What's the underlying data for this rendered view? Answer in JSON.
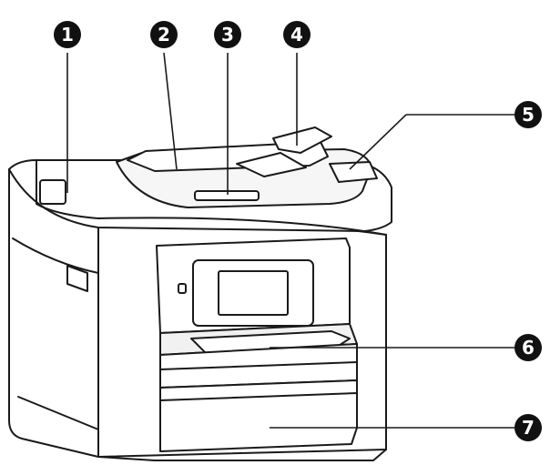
{
  "figure": {
    "description_visible_text": "",
    "callouts": [
      {
        "number": "1"
      },
      {
        "number": "2"
      },
      {
        "number": "3"
      },
      {
        "number": "4"
      },
      {
        "number": "5"
      },
      {
        "number": "6"
      },
      {
        "number": "7"
      }
    ],
    "colors": {
      "line": "#1a1a1a",
      "badge_fill": "#111111",
      "badge_text": "#ffffff",
      "body_fill": "#ffffff",
      "shade": "#f1f1f1"
    }
  }
}
